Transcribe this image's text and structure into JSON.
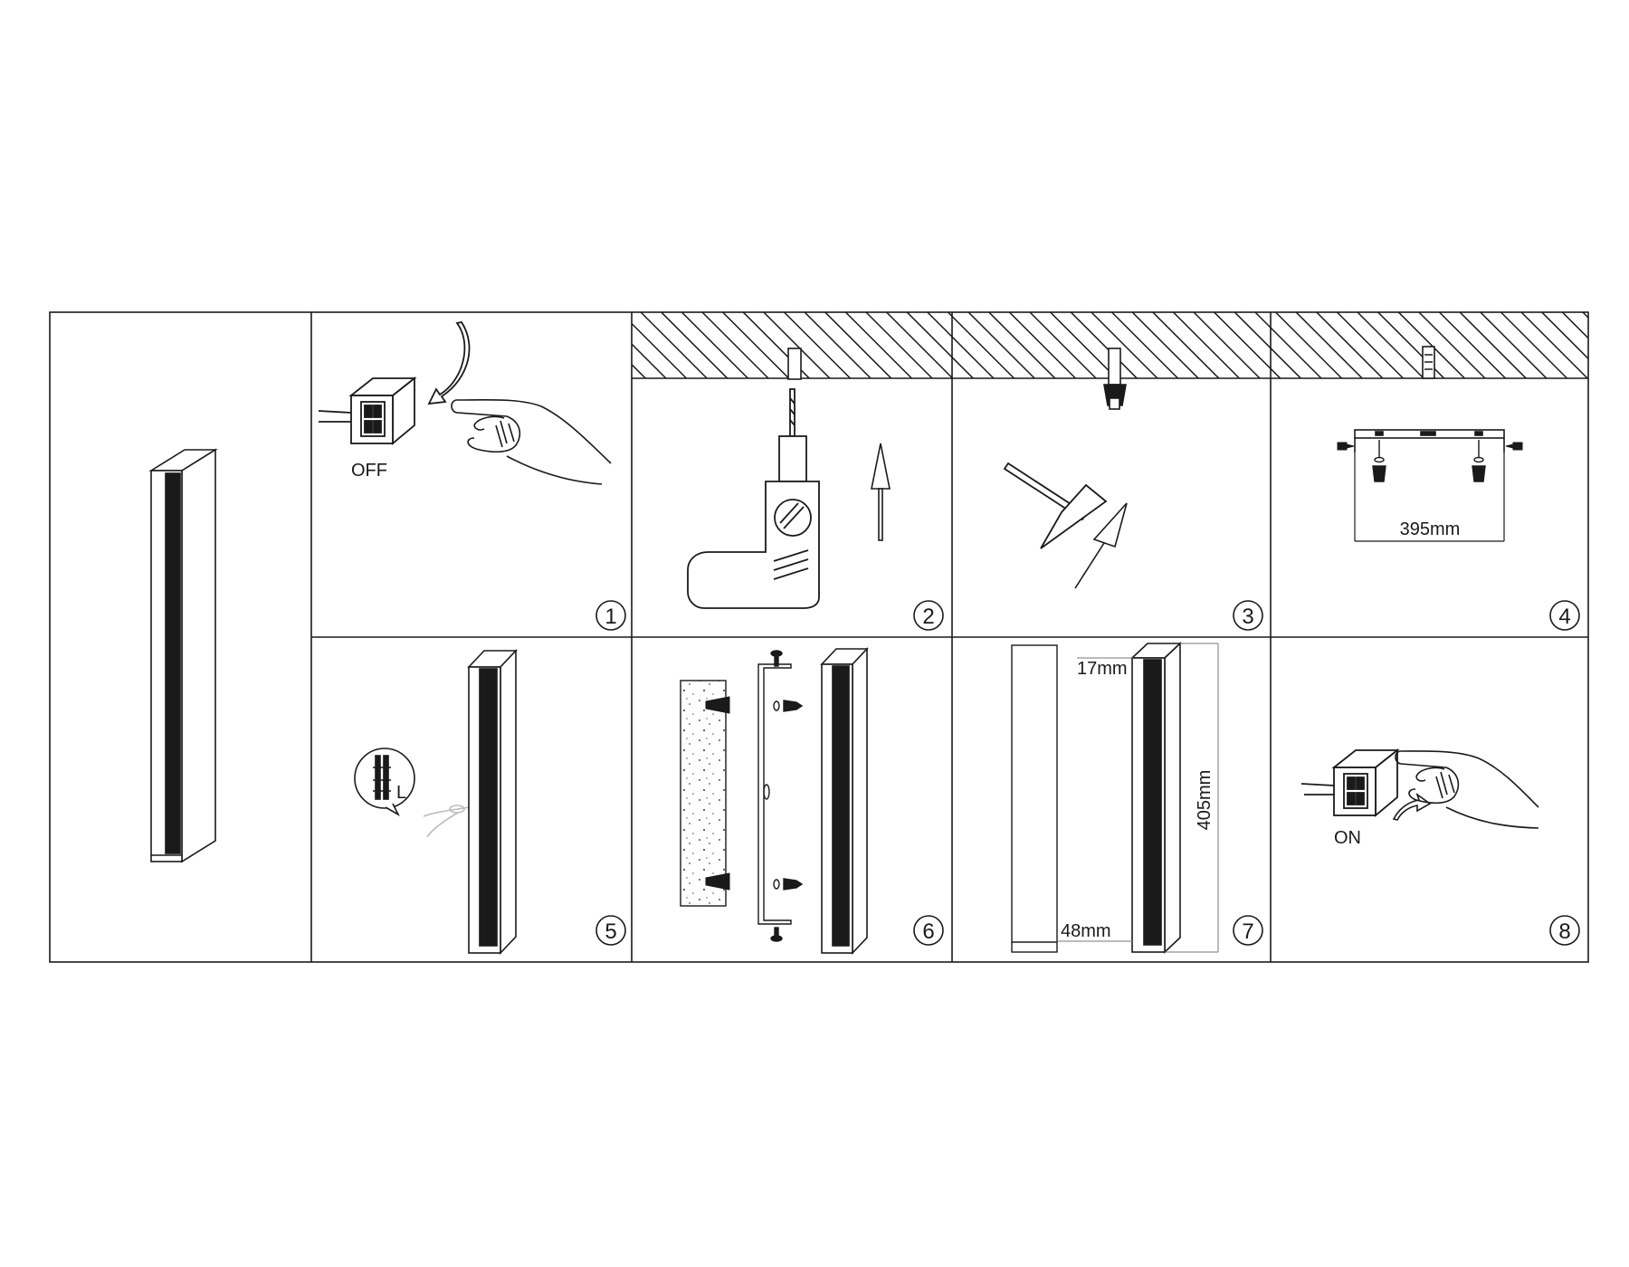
{
  "steps": [
    {
      "number": "1",
      "label": "OFF"
    },
    {
      "number": "2"
    },
    {
      "number": "3"
    },
    {
      "number": "4",
      "dimension": "395mm"
    },
    {
      "number": "5",
      "wire_label": "L"
    },
    {
      "number": "6"
    },
    {
      "number": "7",
      "dimensions": {
        "top": "17mm",
        "bottom": "48mm",
        "height": "405mm"
      }
    },
    {
      "number": "8",
      "label": "ON"
    }
  ],
  "colors": {
    "ink": "#1a1a1a",
    "paper": "#ffffff",
    "light": "#bdbdbd"
  }
}
